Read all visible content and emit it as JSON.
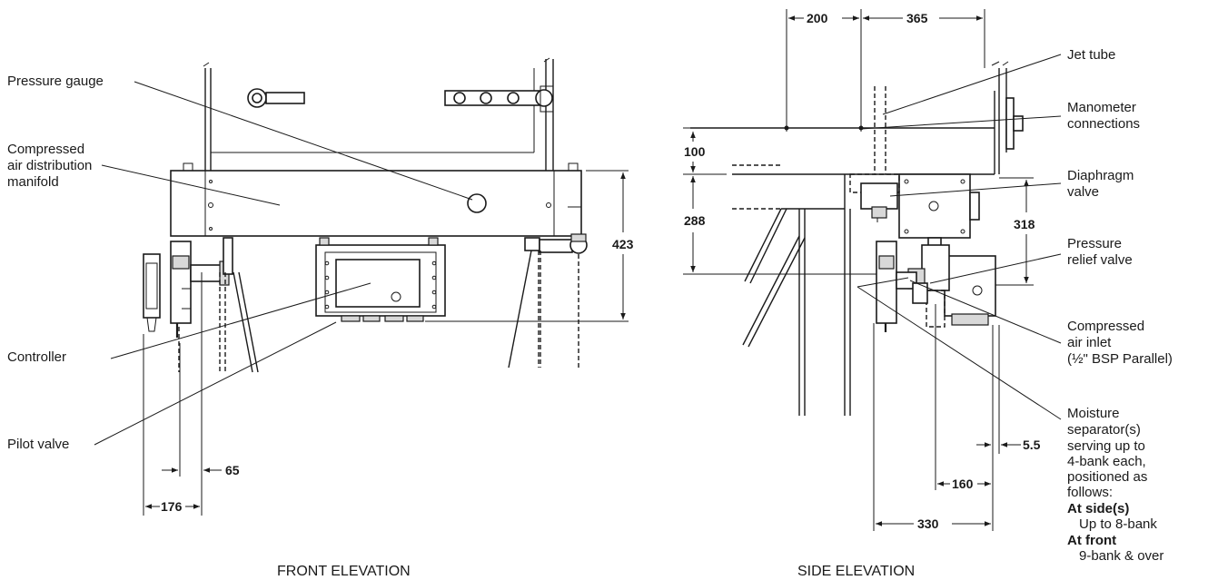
{
  "front": {
    "caption": "FRONT ELEVATION",
    "labels": {
      "pressure_gauge": "Pressure gauge",
      "manifold_1": "Compressed",
      "manifold_2": "air distribution",
      "manifold_3": "manifold",
      "controller": "Controller",
      "pilot_valve": "Pilot valve"
    },
    "dims": {
      "d423": "423",
      "d65": "65",
      "d176": "176"
    }
  },
  "side": {
    "caption": "SIDE ELEVATION",
    "labels": {
      "jet_tube": "Jet tube",
      "manometer_1": "Manometer",
      "manometer_2": "connections",
      "diaphragm_1": "Diaphragm",
      "diaphragm_2": "valve",
      "relief_1": "Pressure",
      "relief_2": "relief valve",
      "inlet_1": "Compressed",
      "inlet_2": "air inlet",
      "inlet_3": "(½\" BSP Parallel)",
      "moist_1": "Moisture",
      "moist_2": "separator(s)",
      "moist_3": "serving up to",
      "moist_4": "4-bank each,",
      "moist_5": "positioned as",
      "moist_6": "follows:",
      "moist_7": "At side(s)",
      "moist_8": "Up to 8-bank",
      "moist_9": "At front",
      "moist_10": "9-bank & over"
    },
    "dims": {
      "d200": "200",
      "d365": "365",
      "d100": "100",
      "d288": "288",
      "d318": "318",
      "d55": "5.5",
      "d160": "160",
      "d330": "330"
    }
  }
}
